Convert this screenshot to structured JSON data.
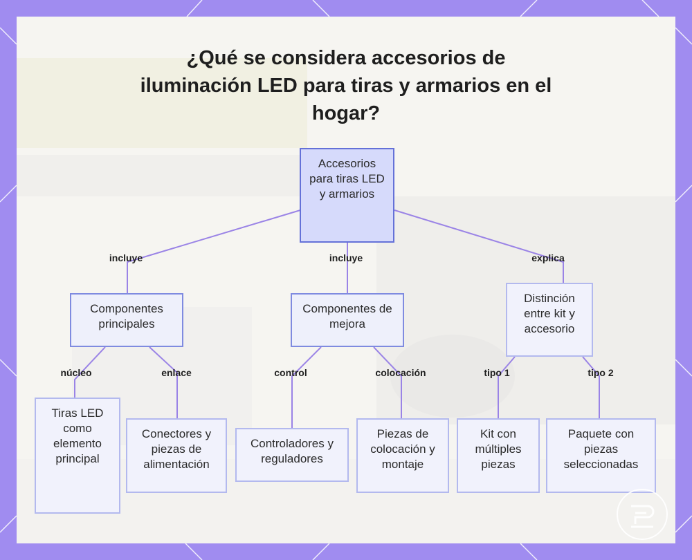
{
  "title": "¿Qué se considera accesorios de iluminación LED para tiras y armarios en el hogar?",
  "nodes": {
    "root": "Accesorios para tiras LED y armarios",
    "main_components": "Componentes principales",
    "upgrade_components": "Componentes de mejora",
    "kit_distinction": "Distinción entre kit y accesorio",
    "led_strips": "Tiras LED como elemento principal",
    "connectors": "Conectores y piezas de alimentación",
    "controllers": "Controladores y reguladores",
    "mounting": "Piezas de colocación y montaje",
    "kit": "Kit con múltiples piezas",
    "package": "Paquete con piezas seleccionadas"
  },
  "edges": {
    "includes_1": "incluye",
    "includes_2": "incluye",
    "explains": "explica",
    "core": "núcleo",
    "link": "enlace",
    "control": "control",
    "placement": "colocación",
    "type1": "tipo 1",
    "type2": "tipo 2"
  },
  "colors": {
    "frame": "#a08cf0",
    "panel": "#f7f6f2",
    "node_fill": "#eef0fb",
    "node_border": "#7f8be0",
    "root_fill": "#d6dafb",
    "edge": "#9a83e6"
  }
}
